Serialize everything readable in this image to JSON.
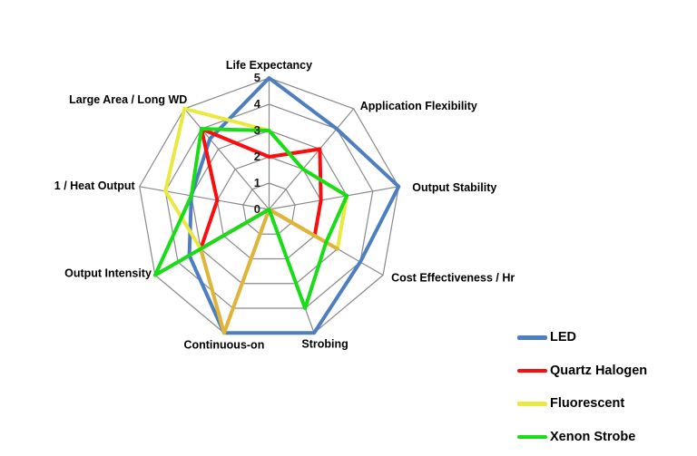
{
  "chart_data": {
    "type": "radar",
    "title": "",
    "categories": [
      "Life Expectancy",
      "Application Flexibility",
      "Output Stability",
      "Cost Effectiveness / Hr",
      "Strobing",
      "Continuous-on",
      "Output Intensity",
      "1 / Heat Output",
      "Large Area / Long WD"
    ],
    "ticks": [
      "0",
      "1",
      "2",
      "3",
      "4",
      "5"
    ],
    "rmin": 0,
    "rmax": 5,
    "grid": "on",
    "grid_color": "#8a8a8a",
    "legend_position": "right",
    "series": [
      {
        "name": "LED",
        "color": "#4d7ebf",
        "values": [
          5,
          4,
          5,
          4,
          5,
          5,
          3.5,
          3,
          3.5
        ]
      },
      {
        "name": "Quartz Halogen",
        "color": "#fb0d0d",
        "values": [
          2,
          3,
          2,
          2,
          0,
          0,
          3,
          2,
          4
        ]
      },
      {
        "name": "Fluorescent",
        "color": "#e9e93f",
        "overlap_color": "#dfb33c",
        "overlap_segments": [
          [
            3,
            4
          ],
          [
            4,
            5
          ],
          [
            5,
            6
          ]
        ],
        "values": [
          3,
          2,
          3,
          3,
          0,
          5,
          3,
          4,
          5
        ]
      },
      {
        "name": "Xenon Strobe",
        "color": "#17dd17",
        "values": [
          3,
          2,
          3,
          2.5,
          4,
          0,
          5,
          3,
          4
        ]
      }
    ]
  }
}
